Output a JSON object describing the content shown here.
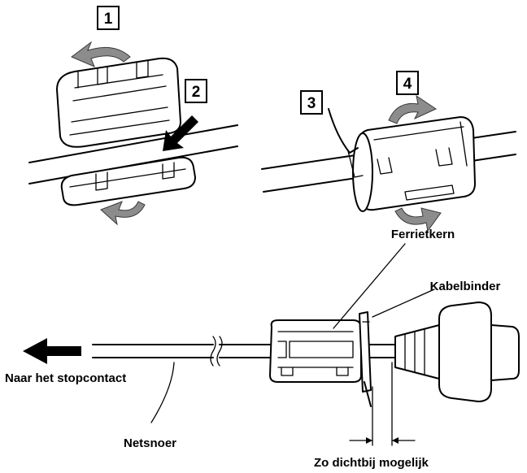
{
  "steps": [
    "1",
    "2",
    "3",
    "4"
  ],
  "labels": {
    "ferrite_core": "Ferrietkern",
    "cable_tie": "Kabelbinder",
    "to_outlet": "Naar het stopcontact",
    "power_cord": "Netsnoer",
    "as_close_as_possible": "Zo dichtbij mogelijk"
  },
  "colors": {
    "line": "#000000",
    "arrow_fill": "#8c8c8c",
    "background": "#ffffff"
  }
}
